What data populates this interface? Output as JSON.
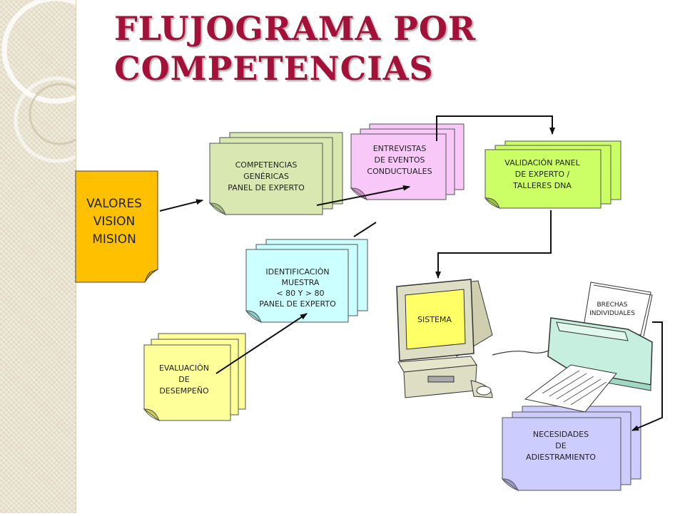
{
  "title": {
    "line1": "FLUJOGRAMA POR",
    "line2": "COMPETENCIAS"
  },
  "nodes": {
    "valores": [
      "VALORES",
      "VISION",
      "MISION"
    ],
    "competencias": [
      "COMPETENCIAS",
      "GENÉRICAS",
      "PANEL DE EXPERTO"
    ],
    "entrevistas": [
      "ENTREVISTAS",
      "DE EVENTOS",
      "CONDUCTUALES"
    ],
    "validacion": [
      "VALIDACIÓN PANEL",
      "DE EXPERTO /",
      "TALLERES DNA"
    ],
    "identificacion": [
      "IDENTIFICACIÒN",
      "MUESTRA",
      "< 80 Y   > 80",
      "PANEL DE EXPERTO"
    ],
    "evaluacion": [
      "EVALUACIÒN",
      "DE",
      "DESEMPEÑO"
    ],
    "sistema": "SISTEMA",
    "brechas": [
      "BRECHAS",
      "INDIVIDUALES"
    ],
    "necesidades": [
      "NECESIDADES",
      "DE",
      "ADIESTRAMIENTO"
    ]
  },
  "colors": {
    "title": "#a3113a",
    "valores": "#ffc000",
    "competencias": "#d8e8b0",
    "entrevistas": "#f8c8f8",
    "validacion": "#ccff66",
    "identificacion": "#ccffff",
    "evaluacion": "#ffff99",
    "necesidades": "#ccccff"
  }
}
